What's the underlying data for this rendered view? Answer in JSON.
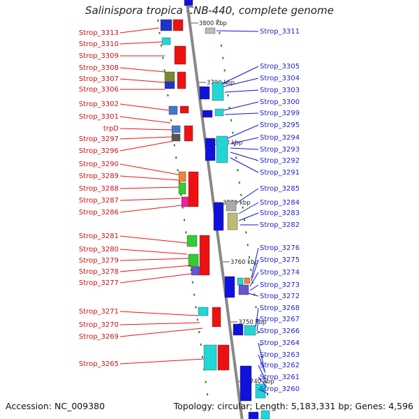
{
  "title": "Salinispora tropica CNB-440, complete genome",
  "accession": "Accession: NC_009380",
  "summary": "Topology: circular; Length: 5,183,331 bp; Genes: 4,596",
  "colors": {
    "forward": "#ee1111",
    "reverse": "#1111dd",
    "backbone": "#888888",
    "tick": "#228822"
  },
  "kbp_marks": [
    "3800 kbp",
    "3790 kbp",
    "3780 kbp",
    "3770 kbp",
    "3760 kbp",
    "3750 kbp",
    "3740 kbp"
  ],
  "forward_genes": [
    "Strop_3313",
    "Strop_3310",
    "Strop_3309",
    "Strop_3308",
    "Strop_3307",
    "Strop_3306",
    "Strop_3302",
    "Strop_3301",
    "trpD",
    "Strop_3297",
    "Strop_3296",
    "Strop_3290",
    "Strop_3289",
    "Strop_3288",
    "Strop_3287",
    "Strop_3286",
    "Strop_3281",
    "Strop_3280",
    "Strop_3279",
    "Strop_3278",
    "Strop_3277",
    "Strop_3271",
    "Strop_3270",
    "Strop_3269",
    "Strop_3265"
  ],
  "reverse_genes": [
    "Strop_3311",
    "Strop_3305",
    "Strop_3304",
    "Strop_3303",
    "Strop_3300",
    "Strop_3299",
    "Strop_3295",
    "Strop_3294",
    "Strop_3293",
    "Strop_3292",
    "Strop_3291",
    "Strop_3285",
    "Strop_3284",
    "Strop_3283",
    "Strop_3282",
    "Strop_3276",
    "Strop_3275",
    "Strop_3274",
    "Strop_3273",
    "Strop_3272",
    "Strop_3268",
    "Strop_3267",
    "Strop_3266",
    "Strop_3264",
    "Strop_3263",
    "Strop_3262",
    "Strop_3261",
    "Strop_3260"
  ]
}
